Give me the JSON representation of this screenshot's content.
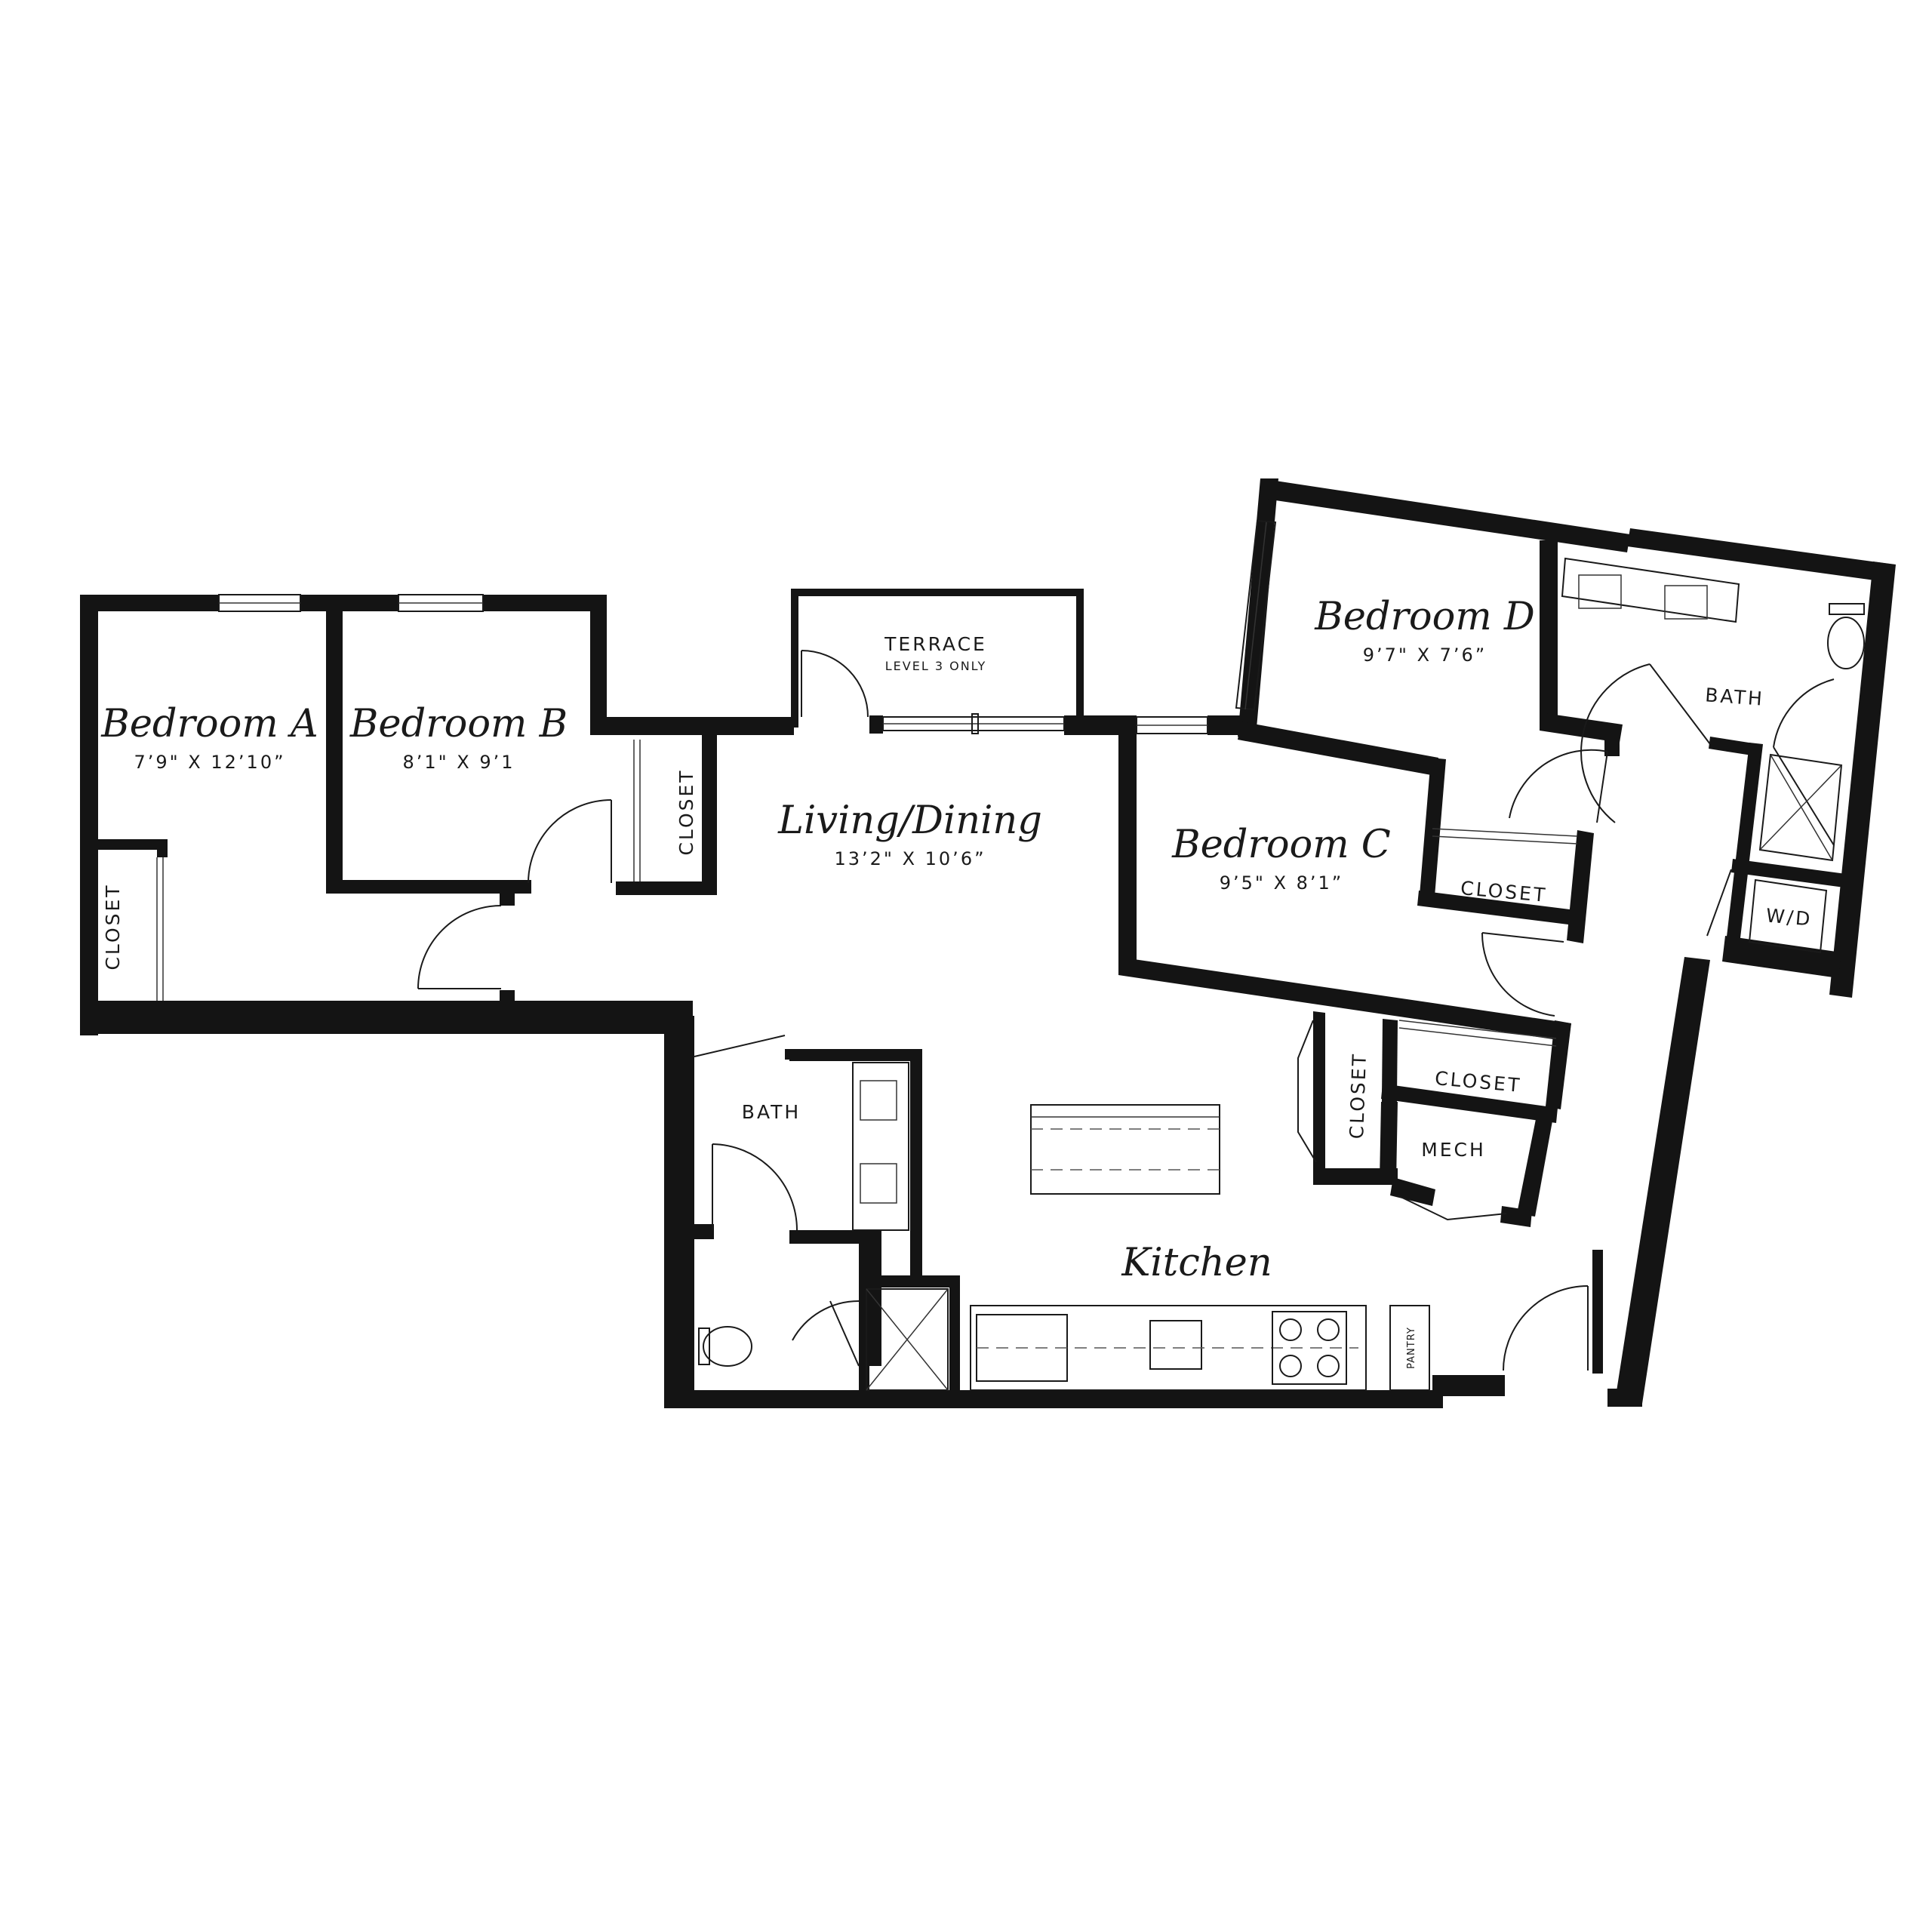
{
  "rooms": {
    "bedroom_a": {
      "name": "Bedroom A",
      "dims": "7’9\" X 12’10”"
    },
    "bedroom_b": {
      "name": "Bedroom B",
      "dims": "8’1\" X 9’1"
    },
    "bedroom_c": {
      "name": "Bedroom C",
      "dims": "9’5\" X 8’1”"
    },
    "bedroom_d": {
      "name": "Bedroom D",
      "dims": "9’7\" X 7’6”"
    },
    "living": {
      "name": "Living/Dining",
      "dims": "13’2\" X 10’6”"
    },
    "kitchen": {
      "name": "Kitchen"
    },
    "terrace": {
      "name": "TERRACE",
      "note": "LEVEL 3 ONLY"
    }
  },
  "labels": {
    "closet": "CLOSET",
    "bath": "BATH",
    "mech": "MECH",
    "wd": "W/D",
    "pantry": "PANTRY"
  }
}
